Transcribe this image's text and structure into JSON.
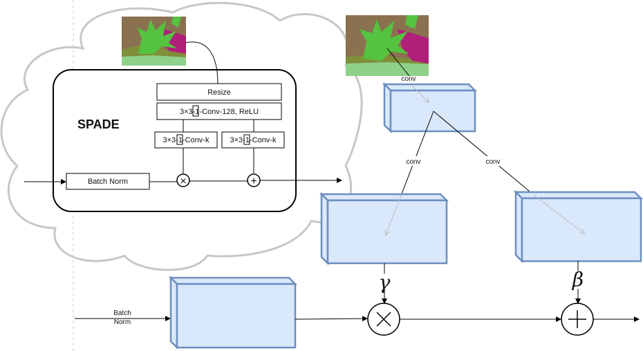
{
  "spade": {
    "title": "SPADE",
    "resize_label": "Resize",
    "shared_conv": {
      "prefix": "3×3-",
      "boxed": "1",
      "suffix": "-Conv-128, ReLU"
    },
    "conv_gamma": {
      "prefix": "3×3-",
      "boxed": "1",
      "suffix": "-Conv-k"
    },
    "conv_beta": {
      "prefix": "3×3-",
      "boxed": "1",
      "suffix": "-Conv-k"
    },
    "batch_norm_label": "Batch Norm",
    "multiply_symbol": "×",
    "add_symbol": "+"
  },
  "right_diagram": {
    "conv_label_top": "conv",
    "conv_label_left": "conv",
    "conv_label_right": "conv",
    "gamma_symbol": "γ",
    "beta_symbol": "β",
    "batch_norm_line1": "Batch",
    "batch_norm_line2": "Norm",
    "multiply_symbol": "×",
    "add_symbol": "+"
  },
  "colors": {
    "block_fill": "#dae8fc",
    "block_stroke": "#6c8ebf",
    "segmap_brown": "#8a7150",
    "segmap_green": "#55c240",
    "segmap_magenta": "#b01f7a",
    "segmap_lightgreen": "#8fd08a",
    "segmap_olive": "#7f8f3a"
  },
  "icons": {
    "cloud": "cloud-shape",
    "segmentation_map": "segmentation-map-thumbnail"
  }
}
